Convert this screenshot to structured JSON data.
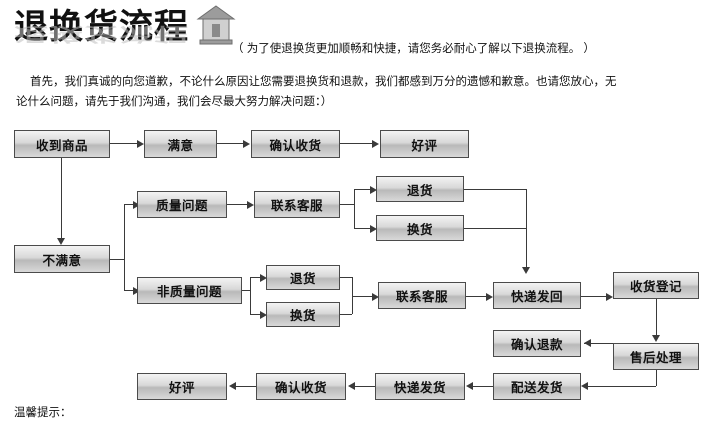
{
  "header": {
    "title": "退换货流程",
    "icon": "house-icon",
    "subtitle": "（ 为了使退换货更加顺畅和快捷，请您务必耐心了解以下退换流程。 ）"
  },
  "intro": {
    "line1": "首先，我们真诚的向您道歉，不论什么原因让您需要退换货和退款，我们都感到万分的遗憾和歉意。也请您放心，无",
    "line2": "论什么问题，请先于我们沟通，我们会尽最大努力解决问题：）"
  },
  "flow": {
    "nodes": [
      {
        "id": "received",
        "label": "收到商品"
      },
      {
        "id": "satisfied",
        "label": "满意"
      },
      {
        "id": "confirm1",
        "label": "确认收货"
      },
      {
        "id": "praise1",
        "label": "好评"
      },
      {
        "id": "unsatisfied",
        "label": "不满意"
      },
      {
        "id": "quality",
        "label": "质量问题"
      },
      {
        "id": "service1",
        "label": "联系客服"
      },
      {
        "id": "return1",
        "label": "退货"
      },
      {
        "id": "exchange1",
        "label": "换货"
      },
      {
        "id": "nonquality",
        "label": "非质量问题"
      },
      {
        "id": "return2",
        "label": "退货"
      },
      {
        "id": "exchange2",
        "label": "换货"
      },
      {
        "id": "service2",
        "label": "联系客服"
      },
      {
        "id": "sendback",
        "label": "快递发回"
      },
      {
        "id": "register",
        "label": "收货登记"
      },
      {
        "id": "refund",
        "label": "确认退款"
      },
      {
        "id": "aftersale",
        "label": "售后处理"
      },
      {
        "id": "deliver",
        "label": "配送发货"
      },
      {
        "id": "express",
        "label": "快递发货"
      },
      {
        "id": "confirm2",
        "label": "确认收货"
      },
      {
        "id": "praise2",
        "label": "好评"
      }
    ]
  },
  "footer": {
    "tip": "温馨提示："
  },
  "colors": {
    "box_border": "#4b4b4b",
    "box_fill_top": "#f3f3f3",
    "box_fill_mid": "#b9b9b9",
    "line": "#3a3a3a",
    "text": "#111111",
    "title_mirror": "#bfbfbf"
  }
}
